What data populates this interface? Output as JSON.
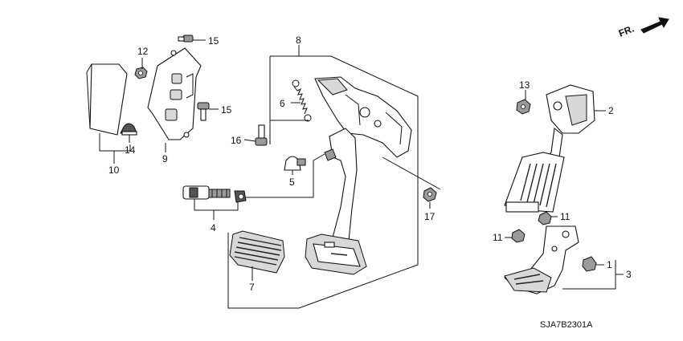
{
  "orientation": {
    "label": "FR."
  },
  "callouts": {
    "c1": "1",
    "c2": "2",
    "c3": "3",
    "c4": "4",
    "c5": "5",
    "c6": "6",
    "c7": "7",
    "c8": "8",
    "c9": "9",
    "c10": "10",
    "c11a": "11",
    "c11b": "11",
    "c12": "12",
    "c13": "13",
    "c14": "14",
    "c15a": "15",
    "c15b": "15",
    "c16": "16",
    "c17": "17"
  },
  "diagram_code": "SJA7B2301A"
}
